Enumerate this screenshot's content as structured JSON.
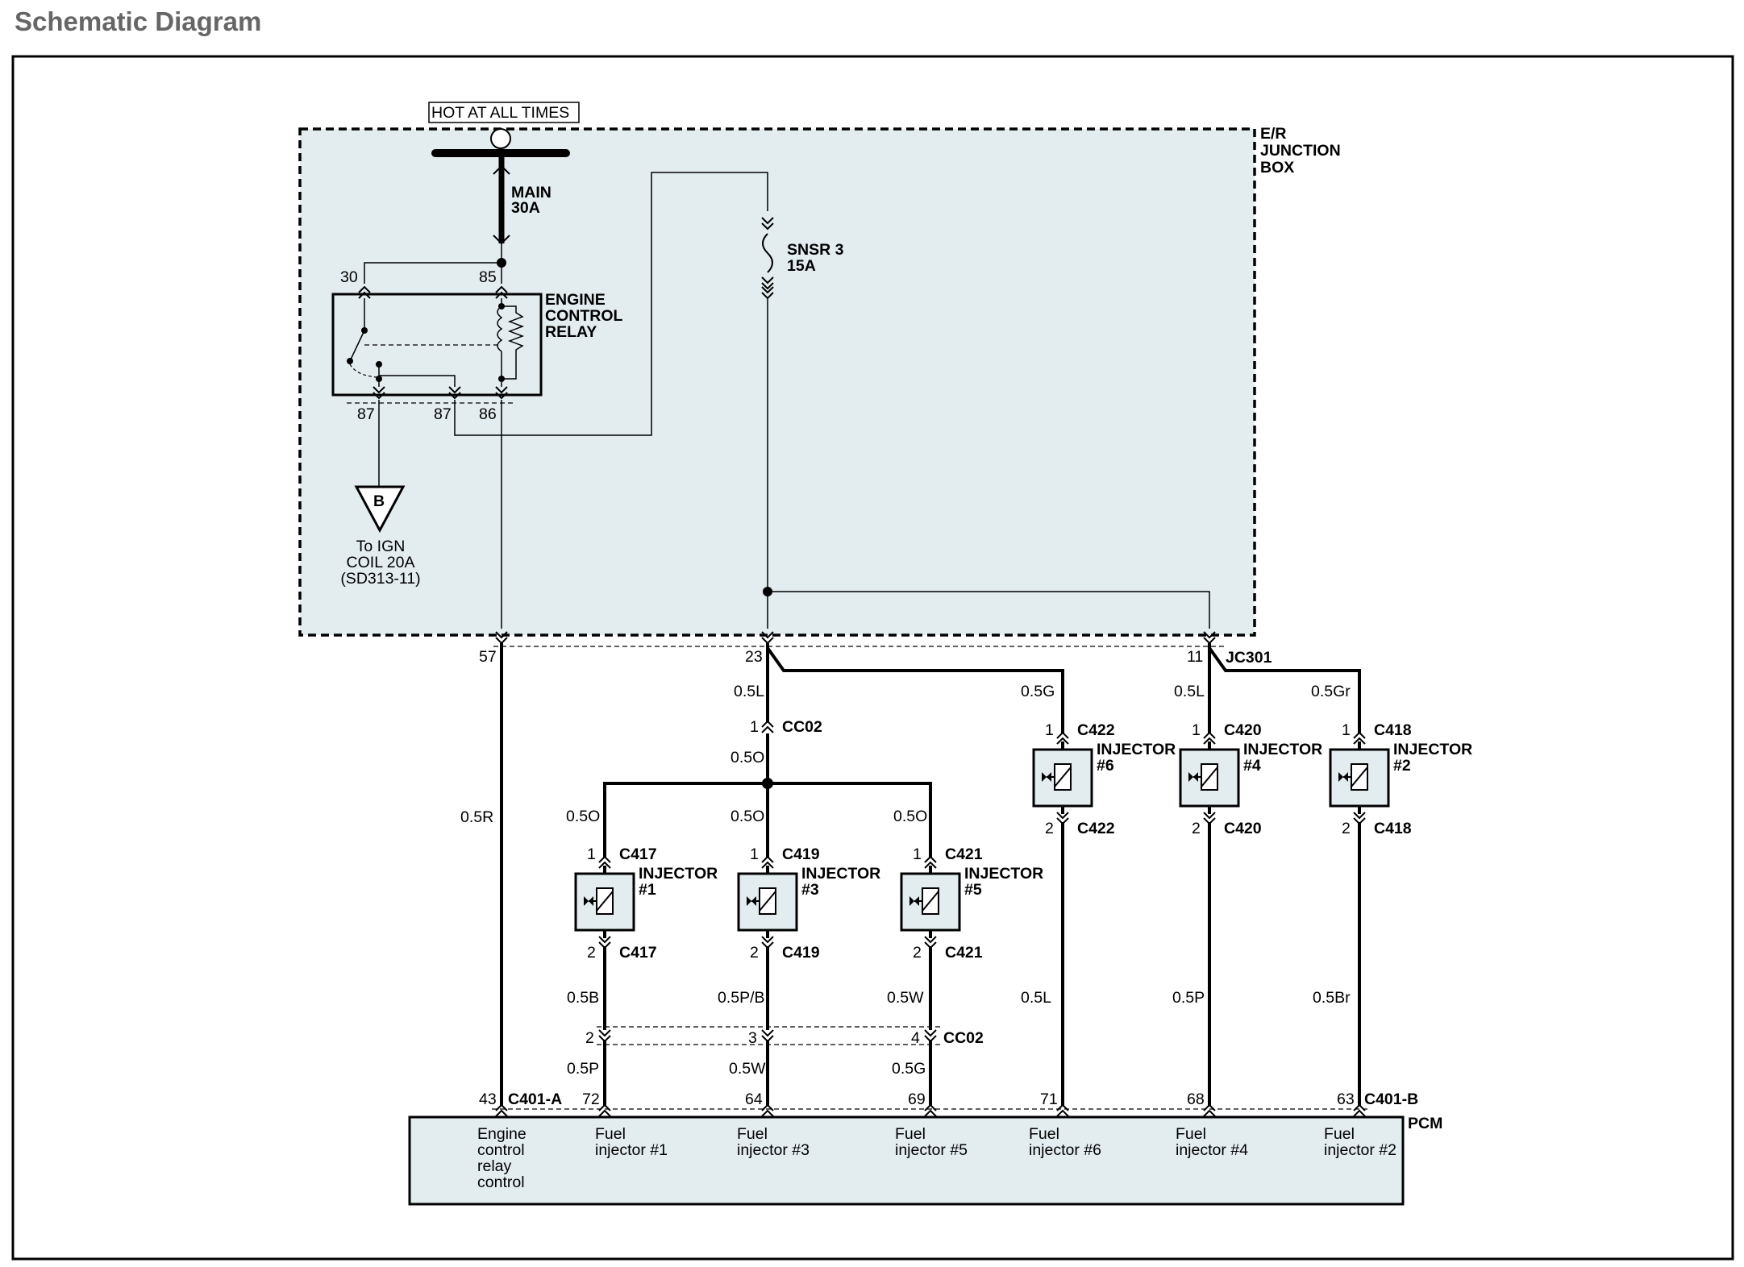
{
  "page": {
    "title": "Schematic Diagram"
  },
  "power": {
    "hot_label": "HOT AT ALL TIMES"
  },
  "junction_box": {
    "line1": "E/R",
    "line2": "JUNCTION",
    "line3": "BOX"
  },
  "main_fuse": {
    "line1": "MAIN",
    "line2": "30A"
  },
  "snsr_fuse": {
    "line1": "SNSR  3",
    "line2": "15A"
  },
  "relay": {
    "line1": "ENGINE",
    "line2": "CONTROL",
    "line3": "RELAY",
    "pin_30": "30",
    "pin_85": "85",
    "pin_87a": "87",
    "pin_87b": "87",
    "pin_86": "86"
  },
  "ref_b": {
    "letter": "B",
    "line1": "To IGN",
    "line2": "COIL 20A",
    "line3": "(SD313-11)"
  },
  "jb_pins": {
    "p57": "57",
    "p23": "23",
    "p11": "11"
  },
  "splices": {
    "jc301": "JC301"
  },
  "wires": {
    "w_05R": "0.5R",
    "w_05L_a": "0.5L",
    "w_05G": "0.5G",
    "w_05L_b": "0.5L",
    "w_05Gr": "0.5Gr",
    "w_05O_main": "0.5O",
    "w_05O_1": "0.5O",
    "w_05O_3": "0.5O",
    "w_05O_5": "0.5O",
    "w_05B": "0.5B",
    "w_05PB": "0.5P/B",
    "w_05W": "0.5W",
    "w_05L_c": "0.5L",
    "w_05P": "0.5P",
    "w_05Br": "0.5Br",
    "w_05P_low": "0.5P",
    "w_05W_low": "0.5W",
    "w_05G_low": "0.5G"
  },
  "connectors": {
    "cc02_top_pin": "1",
    "cc02_top": "CC02",
    "cc02_bot_pin2": "2",
    "cc02_bot_pin3": "3",
    "cc02_bot_pin4": "4",
    "cc02_bot": "CC02",
    "c401a": "C401-A",
    "c401b": "C401-B"
  },
  "injectors": [
    {
      "name": "INJECTOR",
      "num": "#1",
      "conn": "C417",
      "pin_top": "1",
      "pin_bot": "2"
    },
    {
      "name": "INJECTOR",
      "num": "#3",
      "conn": "C419",
      "pin_top": "1",
      "pin_bot": "2"
    },
    {
      "name": "INJECTOR",
      "num": "#5",
      "conn": "C421",
      "pin_top": "1",
      "pin_bot": "2"
    },
    {
      "name": "INJECTOR",
      "num": "#6",
      "conn": "C422",
      "pin_top": "1",
      "pin_bot": "2"
    },
    {
      "name": "INJECTOR",
      "num": "#4",
      "conn": "C420",
      "pin_top": "1",
      "pin_bot": "2"
    },
    {
      "name": "INJECTOR",
      "num": "#2",
      "conn": "C418",
      "pin_top": "1",
      "pin_bot": "2"
    }
  ],
  "pcm": {
    "label": "PCM",
    "pins": [
      "43",
      "72",
      "64",
      "69",
      "71",
      "68",
      "63"
    ],
    "terminals": [
      {
        "lines": [
          "Engine",
          "control",
          "relay",
          "control"
        ]
      },
      {
        "lines": [
          "Fuel",
          "injector #1"
        ]
      },
      {
        "lines": [
          "Fuel",
          "injector #3"
        ]
      },
      {
        "lines": [
          "Fuel",
          "injector #5"
        ]
      },
      {
        "lines": [
          "Fuel",
          "injector #6"
        ]
      },
      {
        "lines": [
          "Fuel",
          "injector #4"
        ]
      },
      {
        "lines": [
          "Fuel",
          "injector #2"
        ]
      }
    ]
  },
  "colors": {
    "jb_fill": "#e3edf0",
    "box_fill": "#e3edf0",
    "pcm_fill": "#e3edf0",
    "title": "#666666"
  }
}
